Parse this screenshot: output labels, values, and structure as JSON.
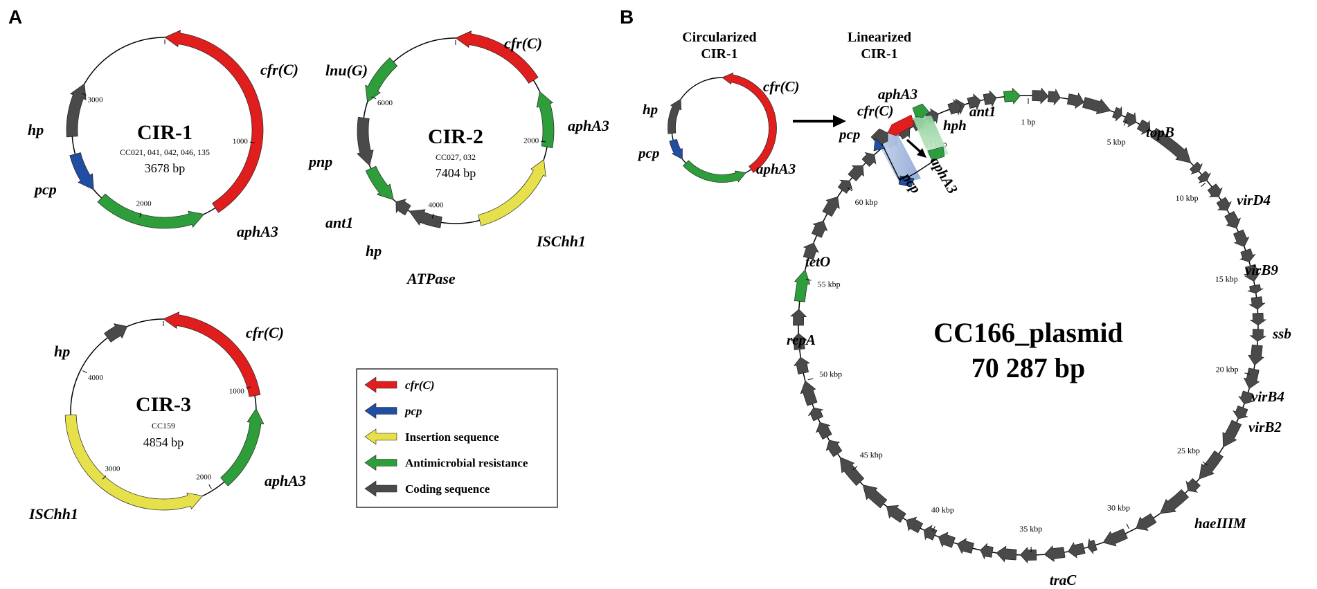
{
  "panel_labels": {
    "a": "A",
    "b": "B"
  },
  "colors": {
    "cfrC": "#e01e1e",
    "pcp": "#1f4ea3",
    "is": "#e6e04a",
    "amr": "#2e9e3a",
    "coding": "#4a4a4a",
    "pcp_light": "#9fb7dd",
    "amr_light": "#a6d8ad"
  },
  "cir1": {
    "title": "CIR-1",
    "strains": "CC021, 041, 042, 046, 135",
    "size": "3678 bp",
    "ticks": [
      "1000",
      "2000",
      "3000"
    ],
    "genes": {
      "cfrC": "cfr(C)",
      "aphA3": "aphA3",
      "pcp": "pcp",
      "hp": "hp"
    }
  },
  "cir2": {
    "title": "CIR-2",
    "strains": "CC027, 032",
    "size": "7404 bp",
    "ticks": [
      "2000",
      "4000",
      "6000"
    ],
    "genes": {
      "cfrC": "cfr(C)",
      "aphA3": "aphA3",
      "ISChh1": "ISChh1",
      "ATPase": "ATPase",
      "hp": "hp",
      "ant1": "ant1",
      "pnp": "pnp",
      "lnuG": "lnu(G)"
    }
  },
  "cir3": {
    "title": "CIR-3",
    "strains": "CC159",
    "size": "4854 bp",
    "ticks": [
      "1000",
      "2000",
      "3000",
      "4000"
    ],
    "genes": {
      "cfrC": "cfr(C)",
      "aphA3": "aphA3",
      "ISChh1": "ISChh1",
      "hp": "hp"
    }
  },
  "legend": {
    "items": [
      {
        "label": "cfr(C)",
        "color_key": "cfrC",
        "italic": true
      },
      {
        "label": "pcp",
        "color_key": "pcp",
        "italic": true
      },
      {
        "label": "Insertion sequence",
        "color_key": "is",
        "italic": false
      },
      {
        "label": "Antimicrobial resistance",
        "color_key": "amr",
        "italic": false
      },
      {
        "label": "Coding sequence",
        "color_key": "coding",
        "italic": false
      }
    ]
  },
  "panel_b": {
    "circ_title_line1": "Circularized",
    "circ_title_line2": "CIR-1",
    "lin_title_line1": "Linearized",
    "lin_title_line2": "CIR-1",
    "small_genes": {
      "cfrC": "cfr(C)",
      "aphA3": "aphA3",
      "hp": "hp",
      "pcp": "pcp"
    },
    "insert_genes": {
      "aphA3_top": "aphA3",
      "cfrC": "cfr(C)",
      "pcp_left": "pcp",
      "hph": "hph",
      "ant1": "ant1",
      "pcp_bottom": "pcp",
      "aphA3_bottom": "aphA3"
    },
    "plasmid": {
      "name": "CC166_plasmid",
      "size": "70 287 bp",
      "ticks": [
        "1 bp",
        "5 kbp",
        "10 kbp",
        "15 kbp",
        "20 kbp",
        "25 kbp",
        "30 kbp",
        "35 kbp",
        "40 kbp",
        "45 kbp",
        "50 kbp",
        "55 kbp",
        "60 kbp",
        "65 kbp"
      ],
      "genes": [
        "topB",
        "virD4",
        "virB9",
        "ssb",
        "virB4",
        "virB2",
        "haeIIIM",
        "traC",
        "repA",
        "tetO"
      ]
    }
  }
}
